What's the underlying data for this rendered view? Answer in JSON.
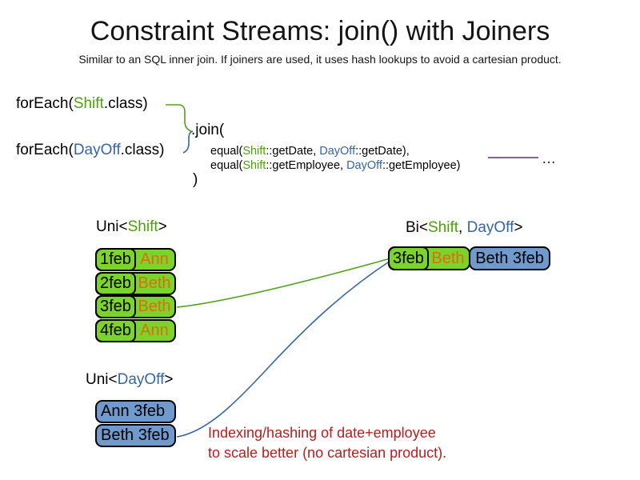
{
  "title": "Constraint Streams: join() with Joiners",
  "subtitle": "Similar to an SQL inner join. If joiners are used, it uses hash lookups to avoid a cartesian product.",
  "code": {
    "foreach_shift": {
      "prefix": "forEach(",
      "class_name": "Shift",
      "suffix": ".class)"
    },
    "foreach_dayoff": {
      "prefix": "forEach(",
      "class_name": "DayOff",
      "suffix": ".class)"
    },
    "join_open": ".join(",
    "joiners": [
      {
        "prefix": "equal(",
        "left_class": "Shift",
        "left_member": "::getDate, ",
        "right_class": "DayOff",
        "right_member": "::getDate),"
      },
      {
        "prefix": "equal(",
        "left_class": "Shift",
        "left_member": "::getEmployee, ",
        "right_class": "DayOff",
        "right_member": "::getEmployee)"
      }
    ],
    "join_close": ")",
    "ellipsis": "…"
  },
  "uni_shift": {
    "label_prefix": "Uni<",
    "label_class": "Shift",
    "label_suffix": ">",
    "rows": [
      {
        "date": "1feb",
        "employee": "Ann"
      },
      {
        "date": "2feb",
        "employee": "Beth"
      },
      {
        "date": "3feb",
        "employee": "Beth"
      },
      {
        "date": "4feb",
        "employee": "Ann"
      }
    ]
  },
  "bi": {
    "label_prefix": "Bi<",
    "label_class1": "Shift",
    "label_separator": ", ",
    "label_class2": "DayOff",
    "label_suffix": ">",
    "row": {
      "date": "3feb",
      "employee": "Beth",
      "dayoff": "Beth 3feb"
    }
  },
  "uni_dayoff": {
    "label_prefix": "Uni<",
    "label_class": "DayOff",
    "label_suffix": ">",
    "rows": [
      {
        "text": "Ann 3feb"
      },
      {
        "text": "Beth 3feb"
      }
    ]
  },
  "note": {
    "line1": "Indexing/hashing of date+employee",
    "line2": "to scale better (no cartesian product)."
  },
  "colors": {
    "shift_green_text": "#4da00c",
    "dayoff_blue_text": "#3465a4",
    "employee_orange_text": "#e06c0c",
    "note_red_text": "#b02020",
    "shift_cell_green": "#7cd32c",
    "dayoff_cell_blue": "#7099cc",
    "join_line_green": "#52a01c",
    "join_line_blue": "#3465a4",
    "ellipsis_line_purple": "#8064a2"
  }
}
